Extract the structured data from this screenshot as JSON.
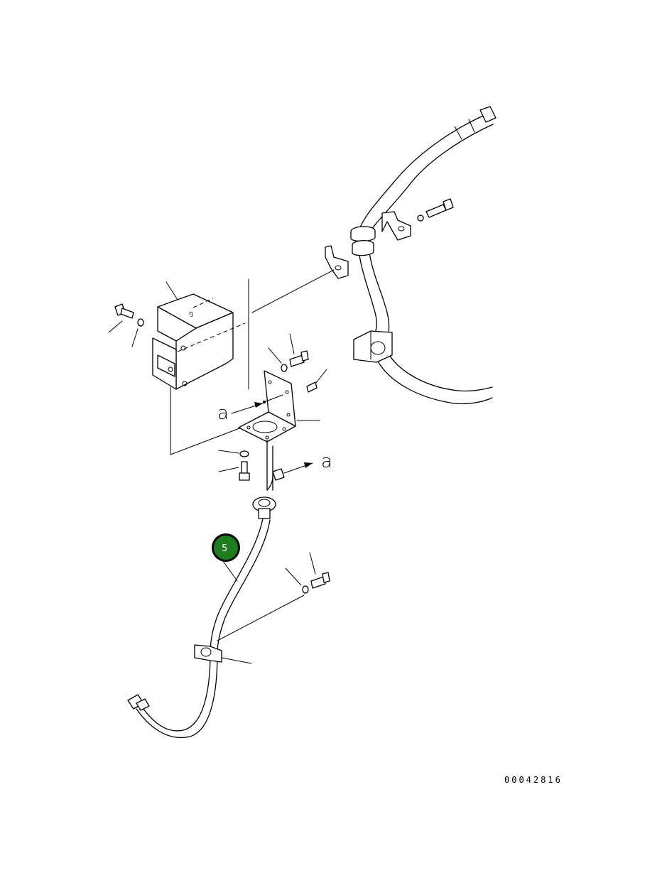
{
  "diagram": {
    "reference_letters": [
      "a",
      "a"
    ],
    "callouts": [
      {
        "number": "5",
        "color": "#1e7d1e"
      }
    ],
    "drawing_number": "00042816"
  }
}
